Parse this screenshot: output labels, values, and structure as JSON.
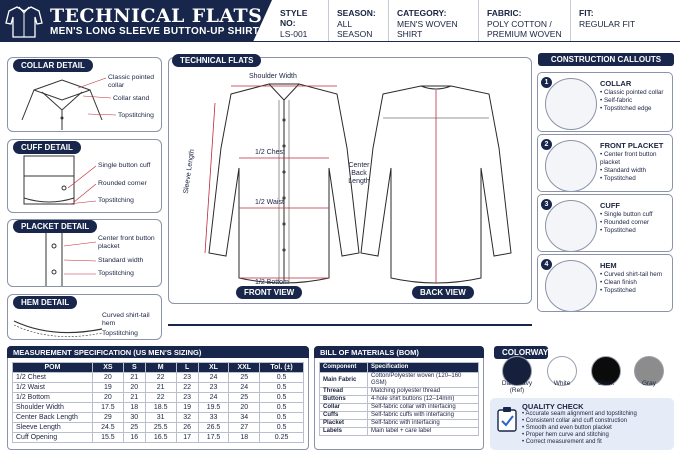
{
  "header": {
    "title": "TECHNICAL FLATS",
    "subtitle": "MEN'S LONG SLEEVE BUTTON-UP SHIRT",
    "style_no_label": "STYLE NO:",
    "style_no": "LS-001",
    "season_label": "SEASON:",
    "season": "ALL SEASON",
    "category_label": "CATEGORY:",
    "category": "MEN'S WOVEN SHIRT",
    "fabric_label": "FABRIC:",
    "fabric_line1": "POLY COTTON /",
    "fabric_line2": "PREMIUM WOVEN",
    "fit_label": "FIT:",
    "fit": "REGULAR FIT"
  },
  "collar_detail": {
    "title": "COLLAR DETAIL",
    "labels": [
      "Classic pointed collar",
      "Collar stand",
      "Topstitching"
    ]
  },
  "cuff_detail": {
    "title": "CUFF DETAIL",
    "labels": [
      "Single button cuff",
      "Rounded corner",
      "Topstitching"
    ]
  },
  "placket_detail": {
    "title": "PLACKET DETAIL",
    "labels": [
      "Center front button placket",
      "Standard width",
      "Topstitching"
    ]
  },
  "hem_detail": {
    "title": "HEM DETAIL",
    "labels": [
      "Curved shirt-tail hem",
      "Topstitching"
    ]
  },
  "technical_flats": {
    "title": "TECHNICAL FLATS",
    "front_label": "FRONT VIEW",
    "back_label": "BACK VIEW",
    "measure_labels": {
      "shoulder": "Shoulder Width",
      "chest": "1/2 Chest",
      "waist": "1/2 Waist",
      "bottom": "1/2 Bottom",
      "sleeve": "Sleeve Length",
      "cb_length": "Center Back Length"
    }
  },
  "construction": {
    "title": "CONSTRUCTION CALLOUTS",
    "items": [
      {
        "num": "1",
        "heading": "COLLAR",
        "bullets": [
          "Classic pointed collar",
          "Self-fabric",
          "Topstitched edge"
        ]
      },
      {
        "num": "2",
        "heading": "FRONT PLACKET",
        "bullets": [
          "Center front button placket",
          "Standard width",
          "Topstitched"
        ]
      },
      {
        "num": "3",
        "heading": "CUFF",
        "bullets": [
          "Single button cuff",
          "Rounded corner",
          "Topstitched"
        ]
      },
      {
        "num": "4",
        "heading": "HEM",
        "bullets": [
          "Curved shirt-tail hem",
          "Clean finish",
          "Topstitched"
        ]
      }
    ]
  },
  "measurement": {
    "title": "MEASUREMENT SPECIFICATION (US MEN'S SIZING)",
    "columns": [
      "POM",
      "XS",
      "S",
      "M",
      "L",
      "XL",
      "XXL",
      "Tol. (±)"
    ],
    "rows": [
      [
        "1/2 Chest",
        "20",
        "21",
        "22",
        "23",
        "24",
        "25",
        "0.5"
      ],
      [
        "1/2 Waist",
        "19",
        "20",
        "21",
        "22",
        "23",
        "24",
        "0.5"
      ],
      [
        "1/2 Bottom",
        "20",
        "21",
        "22",
        "23",
        "24",
        "25",
        "0.5"
      ],
      [
        "Shoulder Width",
        "17.5",
        "18",
        "18.5",
        "19",
        "19.5",
        "20",
        "0.5"
      ],
      [
        "Center Back Length",
        "29",
        "30",
        "31",
        "32",
        "33",
        "34",
        "0.5"
      ],
      [
        "Sleeve Length",
        "24.5",
        "25",
        "25.5",
        "26",
        "26.5",
        "27",
        "0.5"
      ],
      [
        "Cuff Opening",
        "15.5",
        "16",
        "16.5",
        "17",
        "17.5",
        "18",
        "0.25"
      ]
    ]
  },
  "bom": {
    "title": "BILL OF MATERIALS (BOM)",
    "columns": [
      "Component",
      "Specification"
    ],
    "rows": [
      [
        "Main Fabric",
        "Cotton/Polyester woven (120–160 GSM)"
      ],
      [
        "Thread",
        "Matching polyester thread"
      ],
      [
        "Buttons",
        "4-hole shirt buttons (12–14mm)"
      ],
      [
        "Collar",
        "Self-fabric collar with interfacing"
      ],
      [
        "Cuffs",
        "Self-fabric cuffs with interfacing"
      ],
      [
        "Placket",
        "Self-fabric with interfacing"
      ],
      [
        "Labels",
        "Main label + care label"
      ]
    ]
  },
  "colorway": {
    "title": "COLORWAY",
    "swatches": [
      {
        "name": "Dark Navy",
        "sub": "(Ref)",
        "color": "#15203d"
      },
      {
        "name": "White",
        "sub": "",
        "color": "#ffffff"
      },
      {
        "name": "Black",
        "sub": "",
        "color": "#0b0b0b"
      },
      {
        "name": "Gray",
        "sub": "",
        "color": "#8c8c8c"
      }
    ]
  },
  "quality": {
    "title": "QUALITY CHECK",
    "items": [
      "Accurate seam alignment and topstitching",
      "Consistent collar and cuff construction",
      "Smooth and even button placket",
      "Proper hem curve and stitching",
      "Correct measurement and fit"
    ]
  }
}
